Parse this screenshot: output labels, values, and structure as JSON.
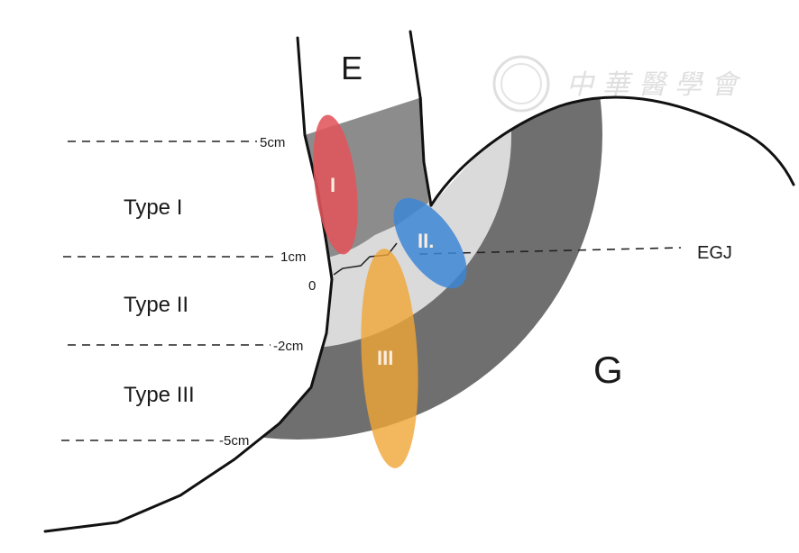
{
  "labels": {
    "esophagus": "E",
    "stomach": "G",
    "egj": "EGJ",
    "type_1": "Type I",
    "type_2": "Type II",
    "type_3": "Type III"
  },
  "scale": {
    "plus5": "5cm",
    "plus1": "1cm",
    "zero": "0",
    "minus2": "-2cm",
    "minus5": "-5cm"
  },
  "tumors": {
    "type_1_mark": "I",
    "type_2_mark": "II.",
    "type_3_mark": "III"
  },
  "watermark": {
    "text": "中華醫學會"
  },
  "colors": {
    "type_1": "#e0555b",
    "type_2": "#3d86d6",
    "type_3": "#f0a535",
    "dark_band": "#6f6f6f",
    "tube_band": "#8c8c8c",
    "light_band": "#dadada"
  }
}
